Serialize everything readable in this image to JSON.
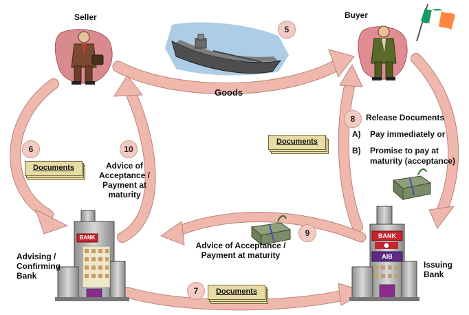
{
  "actors": {
    "seller": "Seller",
    "buyer": "Buyer",
    "advising_bank": [
      "Advising /",
      "Confirming",
      "Bank"
    ],
    "issuing_bank": [
      "Issuing",
      "Bank"
    ]
  },
  "building_signs": {
    "bank": "BANK",
    "aib": "AIB"
  },
  "steps": {
    "s5": {
      "number": "5",
      "label": "Goods"
    },
    "s6": {
      "number": "6",
      "doc": "Documents"
    },
    "s7": {
      "number": "7",
      "doc": "Documents"
    },
    "s8": {
      "number": "8",
      "title": "Release Documents",
      "a_marker": "A)",
      "a_text": "Pay immediately or",
      "b_marker": "B)",
      "b_text": [
        "Promise to pay at",
        "maturity (acceptance)"
      ],
      "doc": "Documents"
    },
    "s9": {
      "number": "9",
      "label": [
        "Advice of Acceptance /",
        "Payment at maturity"
      ]
    },
    "s10": {
      "number": "10",
      "label": [
        "Advice of",
        "Acceptance /",
        "Payment at",
        "maturity"
      ]
    }
  },
  "colors": {
    "arrow": "#f0b7ad",
    "arrow_edge": "#b7837b",
    "badge": "#f3cbc3",
    "doc": "#e8dca6",
    "suit": "#7a4a32",
    "buyer_suit": "#5a6a2a",
    "water": "#9fc3e0"
  }
}
